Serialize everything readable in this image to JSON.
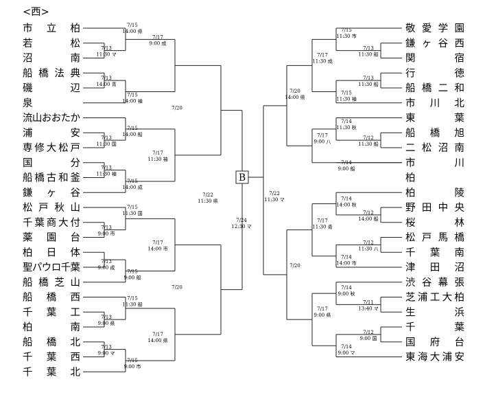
{
  "header": {
    "title": "<西>"
  },
  "center": {
    "block_label": "B"
  },
  "left_teams": [
    "市 立 柏",
    "若 松",
    "沼 南",
    "船橋法典",
    "磯 辺",
    "泉",
    "流山おおたか",
    "浦 安",
    "専修大松戸",
    "国 分",
    "船橋古和釜",
    "鎌 ヶ 谷",
    "松戸秋山",
    "千葉商大付",
    "薬 園 台",
    "柏 日 体",
    "聖パウロ千葉",
    "船橋芝山",
    "船 橋 西",
    "千 葉 工",
    "柏 南",
    "船 橋 北",
    "千 葉 西",
    "千 葉 北"
  ],
  "right_teams": [
    "敬 愛 学 園",
    "鎌 ヶ 谷 西",
    "関 宿",
    "行 徳",
    "船 橋 二 和",
    "市 川 北",
    "東 葉",
    "船 橋 旭",
    "二 松 沼 南",
    "市 川",
    "柏",
    "柏 陵",
    "野 田 中 央",
    "桜 林",
    "松 戸 馬 橋",
    "千 葉 南",
    "津 田 沼",
    "渋 谷 幕 張",
    "芝浦工大柏",
    "生 浜",
    "千 葉",
    "国 府 台",
    "東海大浦安"
  ],
  "match_labels": [
    {
      "date": "7/15",
      "info": "14:00 県"
    },
    {
      "date": "7/13",
      "info": "11:30 マ"
    },
    {
      "date": "7/17",
      "info": "9:00 成"
    },
    {
      "date": "7/13",
      "info": "14:00 青"
    },
    {
      "date": "7/15",
      "info": "14:00 袖"
    },
    {
      "date": "7/20",
      "info": ""
    },
    {
      "date": "7/15",
      "info": "14:00 船"
    },
    {
      "date": "7/13",
      "info": "11:30 国"
    },
    {
      "date": "7/17",
      "info": "11:30 袖"
    },
    {
      "date": "7/13",
      "info": "11:30 袖"
    },
    {
      "date": "7/15",
      "info": "14:00 成"
    },
    {
      "date": "7/22",
      "info": "11:30 県"
    },
    {
      "date": "7/15",
      "info": "11:30 国"
    },
    {
      "date": "7/13",
      "info": "9:00 市"
    },
    {
      "date": "7/17",
      "info": "14:00 市"
    },
    {
      "date": "7/13",
      "info": "9:00 成"
    },
    {
      "date": "7/15",
      "info": "9:00 船"
    },
    {
      "date": "7/20",
      "info": ""
    },
    {
      "date": "7/15",
      "info": "11:30 船"
    },
    {
      "date": "7/13",
      "info": "9:00 県"
    },
    {
      "date": "7/17",
      "info": "14:00 県"
    },
    {
      "date": "7/13",
      "info": "9:00 マ"
    },
    {
      "date": "7/15",
      "info": "9:00 市"
    },
    {
      "date": "7/24",
      "info": "12:30 マ"
    },
    {
      "date": "7/15",
      "info": "11:30 市"
    },
    {
      "date": "7/13",
      "info": "11:30 船"
    },
    {
      "date": "7/17",
      "info": "11:30 成"
    },
    {
      "date": "7/13",
      "info": "11:30 船"
    },
    {
      "date": "7/15",
      "info": "11:30 袖"
    },
    {
      "date": "7/20",
      "info": "14:00 県"
    },
    {
      "date": "7/14",
      "info": "11:30 秋"
    },
    {
      "date": "7/12",
      "info": "11:30 船"
    },
    {
      "date": "7/17",
      "info": "9:00 八"
    },
    {
      "date": "7/14",
      "info": "9:00 船"
    },
    {
      "date": "7/22",
      "info": "11:30 マ"
    },
    {
      "date": "7/14",
      "info": "14:00 秋"
    },
    {
      "date": "7/12",
      "info": "14:00 船"
    },
    {
      "date": "7/17",
      "info": "11:30 青"
    },
    {
      "date": "7/12",
      "info": "11:30 八"
    },
    {
      "date": "7/14",
      "info": "14:00 市"
    },
    {
      "date": "7/20",
      "info": ""
    },
    {
      "date": "7/14",
      "info": "9:00 秋"
    },
    {
      "date": "7/11",
      "info": "13:40 マ"
    },
    {
      "date": "7/17",
      "info": "9:00 県"
    },
    {
      "date": "7/12",
      "info": "9:00 国"
    },
    {
      "date": "7/14",
      "info": "9:00 マ"
    }
  ]
}
